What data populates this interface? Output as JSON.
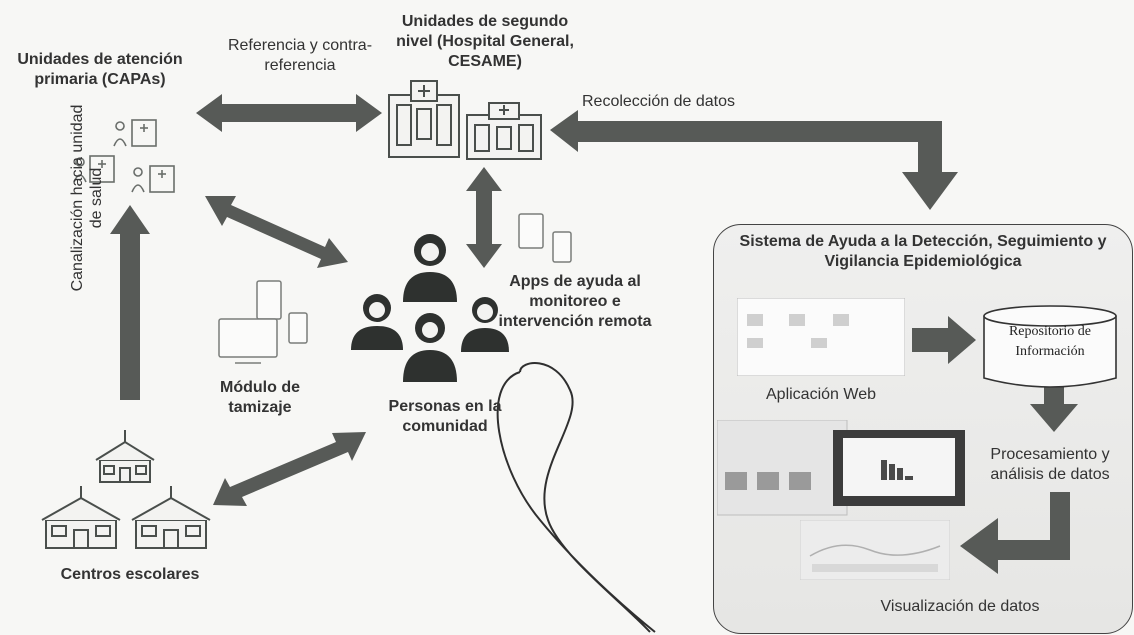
{
  "nodes": {
    "primary_units": "Unidades de atención primaria (CAPAs)",
    "second_level": "Unidades de segundo nivel (Hospital General, CESAME)",
    "community": "Personas en la comunidad",
    "schools": "Centros escolares",
    "screening_module": "Módulo de tamizaje",
    "apps": "Apps de ayuda al monitoreo e intervención remota",
    "system_title": "Sistema de Ayuda a la Detección, Seguimiento y Vigilancia Epidemiológica",
    "repository": "Repositorio de Información",
    "web_app": "Aplicación Web",
    "processing": "Procesamiento y análisis de datos",
    "visualization": "Visualización de datos"
  },
  "edges": {
    "referral": "Referencia y contra-referencia",
    "data_collection": "Recolección de datos",
    "channeling": "Canalización hacia unidad de salud"
  },
  "colors": {
    "arrow": "#575a57",
    "text": "#333333",
    "icon": "#4a4f4c",
    "panel_border": "#444444"
  }
}
